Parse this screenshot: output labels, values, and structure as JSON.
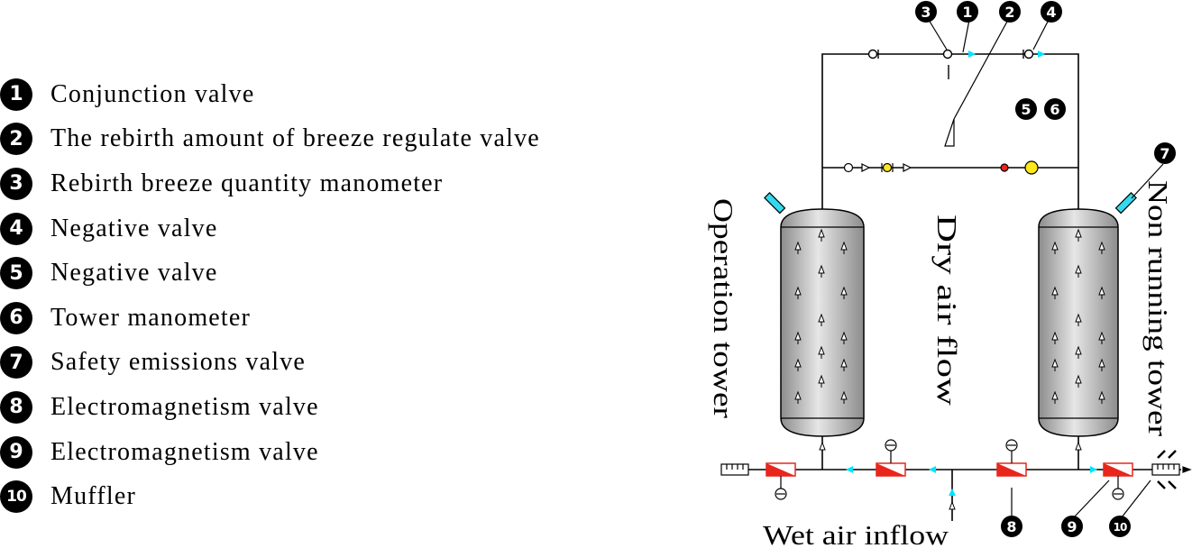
{
  "legend": {
    "items": [
      {
        "number": "1",
        "label": "Conjunction valve"
      },
      {
        "number": "2",
        "label": "The rebirth amount of breeze regulate valve"
      },
      {
        "number": "3",
        "label": "Rebirth breeze quantity manometer"
      },
      {
        "number": "4",
        "label": "Negative valve"
      },
      {
        "number": "5",
        "label": "Negative valve"
      },
      {
        "number": "6",
        "label": "Tower manometer"
      },
      {
        "number": "7",
        "label": "Safety emissions valve"
      },
      {
        "number": "8",
        "label": "Electromagnetism valve"
      },
      {
        "number": "9",
        "label": "Electromagnetism valve"
      },
      {
        "number": "10",
        "label": "Muffler"
      }
    ]
  },
  "diagram": {
    "operation_tower_label": "Operation tower",
    "non_running_tower_label": "Non running tower",
    "dry_air_flow_label": "Dry air flow",
    "wet_air_inflow_label": "Wet air inflow",
    "callouts": {
      "c1": "1",
      "c2": "2",
      "c3": "3",
      "c4": "4",
      "c5": "5",
      "c6": "6",
      "c7": "7",
      "c8": "8",
      "c9": "9",
      "c10": "10"
    },
    "colors": {
      "arrow_cyan": "#00e5ff",
      "valve_red": "#e8261c",
      "gauge_yellow": "#ffe81a",
      "tank_gray": "#a8a8a8",
      "safety_valve_cyan": "#33d9ee"
    }
  }
}
